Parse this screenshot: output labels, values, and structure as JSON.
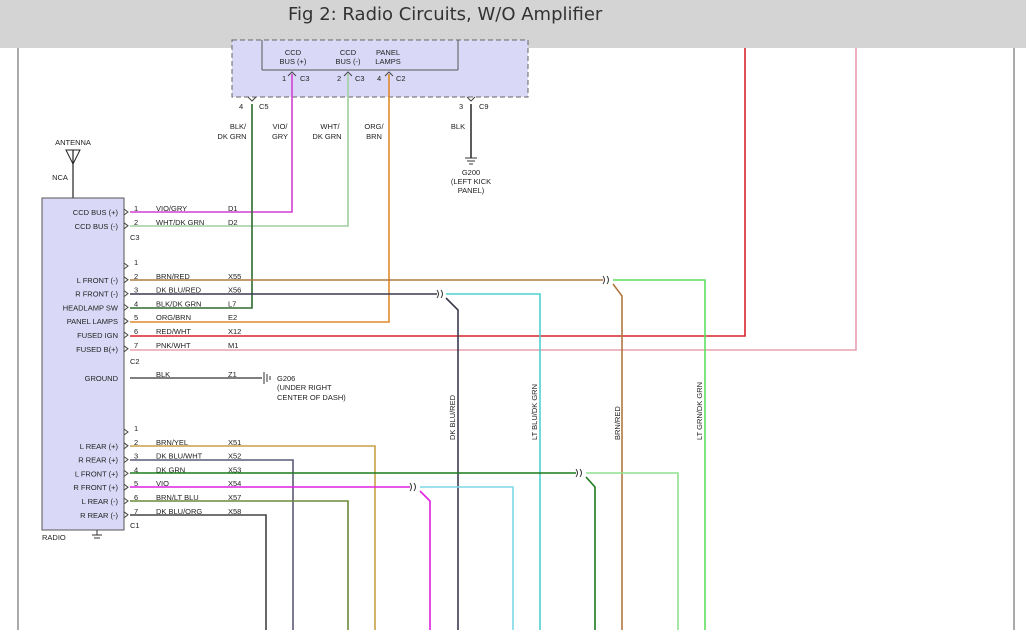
{
  "title": "Fig 2: Radio Circuits, W/O Amplifier",
  "colors": {
    "title_bar": "#d4d4d4",
    "module_fill": "#d9d9f7",
    "vio_gry": "#d43fd4",
    "wht_dk_grn": "#9fcf9f",
    "blk_dk_grn": "#2f6b2f",
    "org_brn": "#e08a2c",
    "red": "#d8242a",
    "pink": "#e8a0b0",
    "brn": "#b07840",
    "dk_blu": "#3a3a50",
    "lt_blu_dk_grn": "#4fd0d0",
    "lt_grn": "#5fdf5f",
    "dk_grn": "#1c7a1c",
    "vio": "#e020e0",
    "brn_yel": "#c8a048"
  },
  "upper_module": {
    "pins": [
      {
        "label": "CCD BUS (+)",
        "pin": "1",
        "conn": "C3"
      },
      {
        "label": "CCD BUS (-)",
        "pin": "2",
        "conn": "C3"
      },
      {
        "label": "PANEL LAMPS",
        "pin": "4",
        "conn": "C2"
      }
    ],
    "left_conn": {
      "pin": "4",
      "conn": "C5"
    },
    "right_conn": {
      "pin": "3",
      "conn": "C9"
    }
  },
  "wire_labels": {
    "blk_dk_grn": "BLK/ DK GRN",
    "vio_gry": "VIO/ GRY",
    "wht_dk_grn": "WHT/ DK GRN",
    "org_brn": "ORG/ BRN",
    "blk": "BLK"
  },
  "ground_top": {
    "name": "G200",
    "desc1": "(LEFT KICK",
    "desc2": "PANEL)"
  },
  "antenna": {
    "label": "ANTENNA",
    "nca": "NCA"
  },
  "radio": {
    "label": "RADIO",
    "groups": [
      {
        "conn": "C3",
        "rows": [
          {
            "name": "CCD BUS (+)",
            "pin": "1",
            "wire": "VIO/GRY",
            "circuit": "D1"
          },
          {
            "name": "CCD BUS (-)",
            "pin": "2",
            "wire": "WHT/DK GRN",
            "circuit": "D2"
          }
        ]
      },
      {
        "conn": "C2",
        "rows": [
          {
            "name": "",
            "pin": "1",
            "wire": "",
            "circuit": ""
          },
          {
            "name": "L FRONT (-)",
            "pin": "2",
            "wire": "BRN/RED",
            "circuit": "X55"
          },
          {
            "name": "R FRONT (-)",
            "pin": "3",
            "wire": "DK BLU/RED",
            "circuit": "X56"
          },
          {
            "name": "HEADLAMP SW",
            "pin": "4",
            "wire": "BLK/DK GRN",
            "circuit": "L7"
          },
          {
            "name": "PANEL LAMPS",
            "pin": "5",
            "wire": "ORG/BRN",
            "circuit": "E2"
          },
          {
            "name": "FUSED IGN",
            "pin": "6",
            "wire": "RED/WHT",
            "circuit": "X12"
          },
          {
            "name": "FUSED B(+)",
            "pin": "7",
            "wire": "PNK/WHT",
            "circuit": "M1"
          }
        ]
      },
      {
        "conn": "",
        "rows": [
          {
            "name": "GROUND",
            "pin": "",
            "wire": "BLK",
            "circuit": "Z1"
          }
        ]
      },
      {
        "conn": "C1",
        "rows": [
          {
            "name": "",
            "pin": "1",
            "wire": "",
            "circuit": ""
          },
          {
            "name": "L REAR (+)",
            "pin": "2",
            "wire": "BRN/YEL",
            "circuit": "X51"
          },
          {
            "name": "R REAR (+)",
            "pin": "3",
            "wire": "DK BLU/WHT",
            "circuit": "X52"
          },
          {
            "name": "L FRONT (+)",
            "pin": "4",
            "wire": "DK GRN",
            "circuit": "X53"
          },
          {
            "name": "R FRONT (+)",
            "pin": "5",
            "wire": "VIO",
            "circuit": "X54"
          },
          {
            "name": "L REAR (-)",
            "pin": "6",
            "wire": "BRN/LT BLU",
            "circuit": "X57"
          },
          {
            "name": "R REAR (-)",
            "pin": "7",
            "wire": "DK BLU/ORG",
            "circuit": "X58"
          }
        ]
      }
    ]
  },
  "ground_mid": {
    "name": "G206",
    "desc1": "(UNDER RIGHT",
    "desc2": "CENTER OF DASH)"
  },
  "vertical_labels": [
    "DK BLU/RED",
    "LT BLU/DK GRN",
    "BRN/RED",
    "LT GRN/DK GRN"
  ]
}
